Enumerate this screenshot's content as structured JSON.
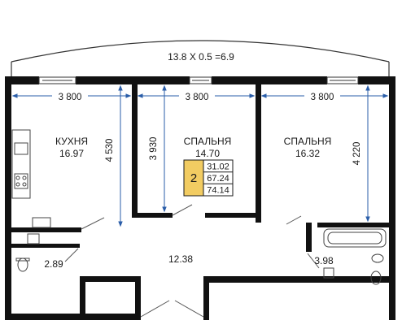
{
  "balcony": {
    "label": "13.8 X 0.5 =6.9"
  },
  "dimensions": {
    "width_kitchen": "3 800",
    "width_bedroom_1": "3 800",
    "width_bedroom_2": "3 800",
    "depth_kitchen": "4 530",
    "depth_bedroom_1": "3 930",
    "depth_bedroom_2": "4 220"
  },
  "rooms": {
    "kitchen": {
      "name": "КУХНЯ",
      "area": "16.97"
    },
    "bedroom_1": {
      "name": "СПАЛЬНЯ",
      "area": "14.70"
    },
    "bedroom_2": {
      "name": "СПАЛЬНЯ",
      "area": "16.32"
    },
    "hall": {
      "area": "12.38"
    },
    "wc": {
      "area": "2.89"
    },
    "bathroom": {
      "area": "3.98"
    }
  },
  "apartment": {
    "rooms_count": "2",
    "living_area": "31.02",
    "total_area": "67.24",
    "area_with_balcony": "74.14",
    "badge_color": "#f2cc62"
  },
  "colors": {
    "wall": "#111111",
    "dimension_line": "#2a5da8",
    "fixture": "#444444"
  }
}
